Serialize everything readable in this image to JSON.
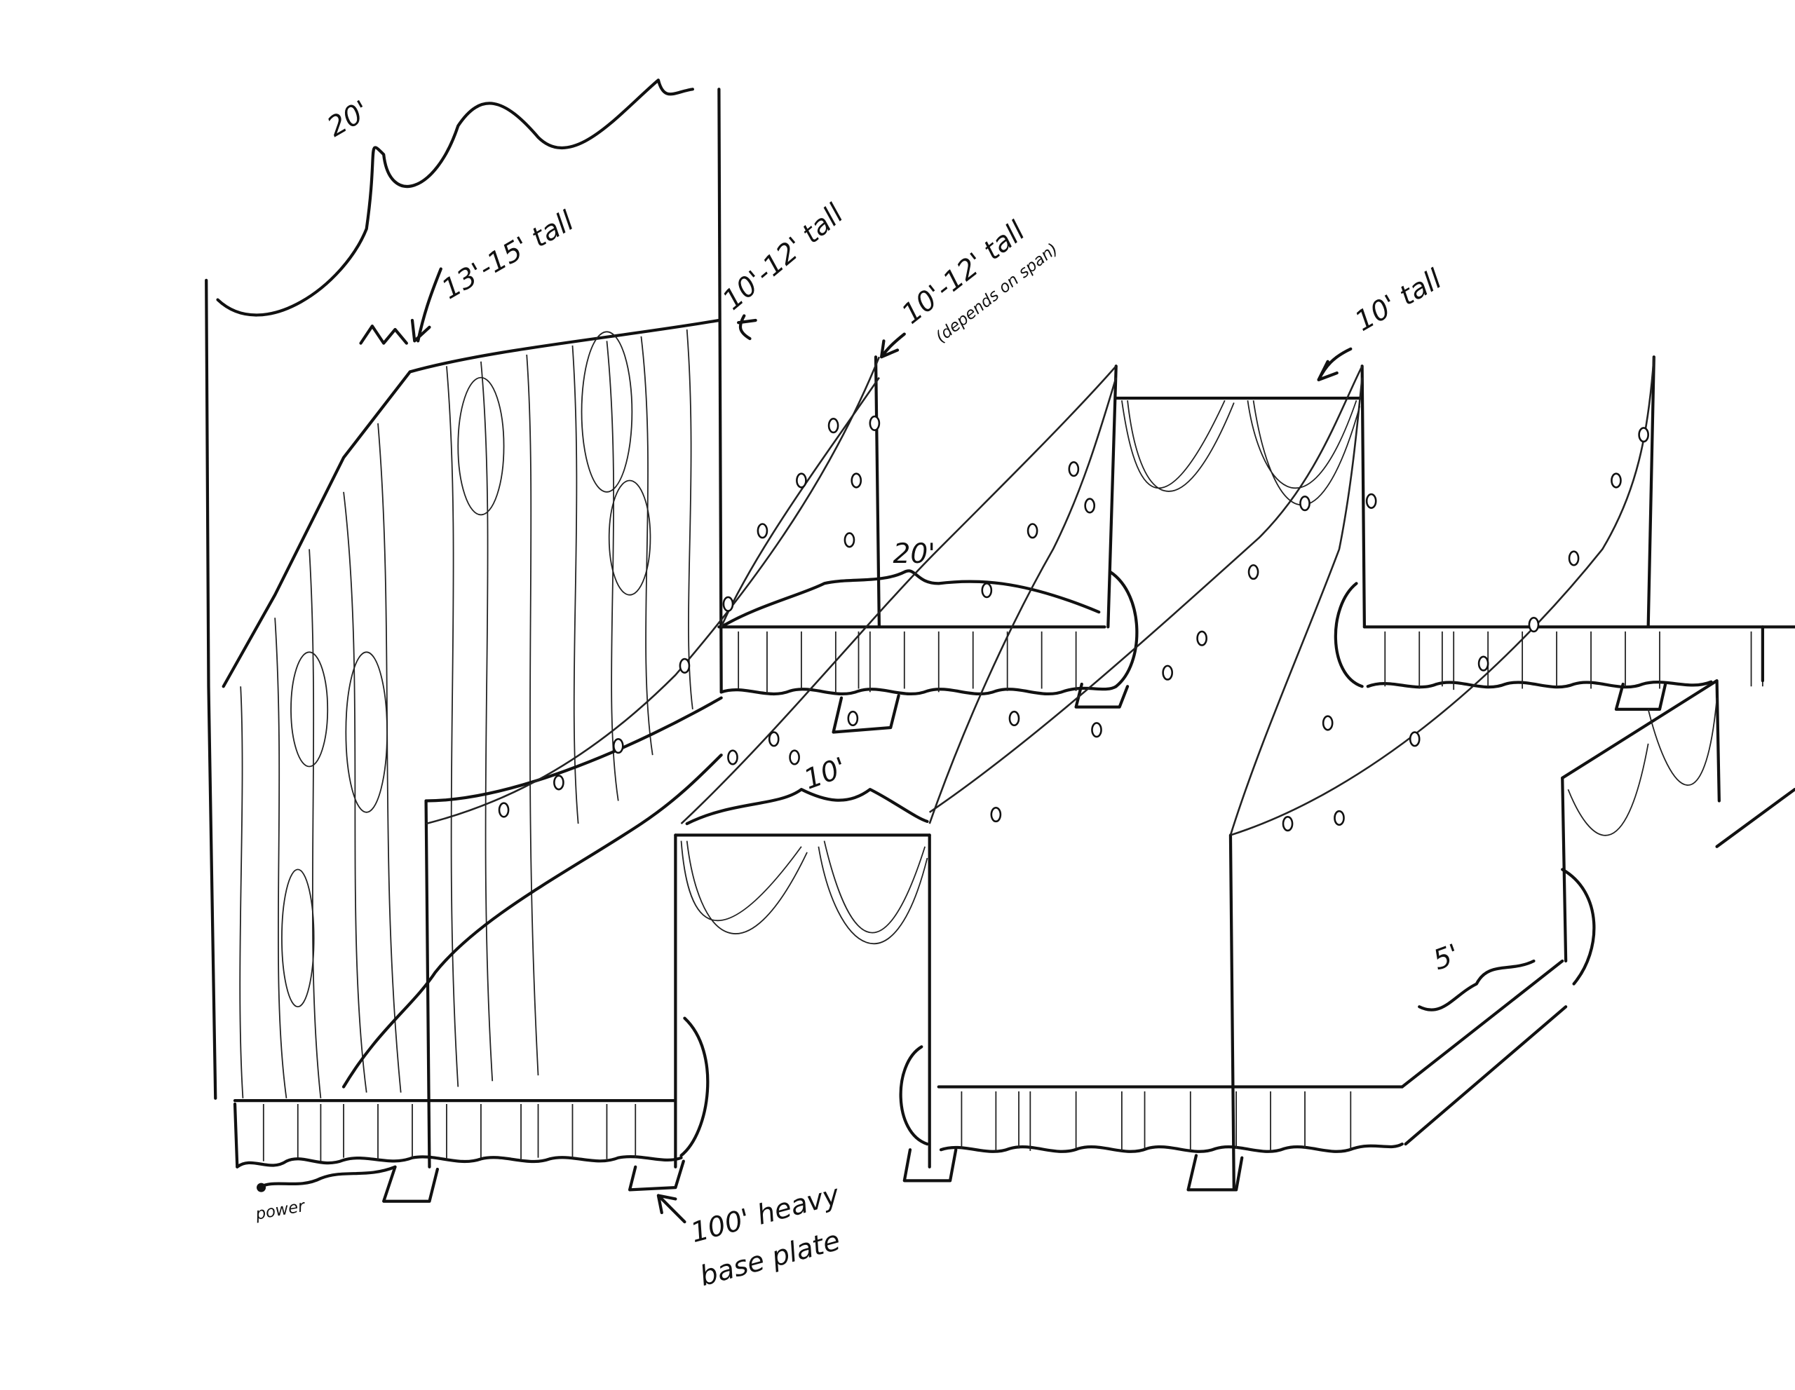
{
  "sketch": {
    "labels": {
      "backdrop_width": "20'",
      "backdrop_height": "13'-15' tall",
      "wall_height": "10'-12' tall",
      "span_height": "10'-12' tall",
      "span_note": "(depends on span)",
      "right_height": "10' tall",
      "rear_width": "20'",
      "front_width": "10'",
      "step_width": "5'",
      "power": "power",
      "baseplate_line1": "100' heavy",
      "baseplate_line2": "base plate"
    }
  }
}
